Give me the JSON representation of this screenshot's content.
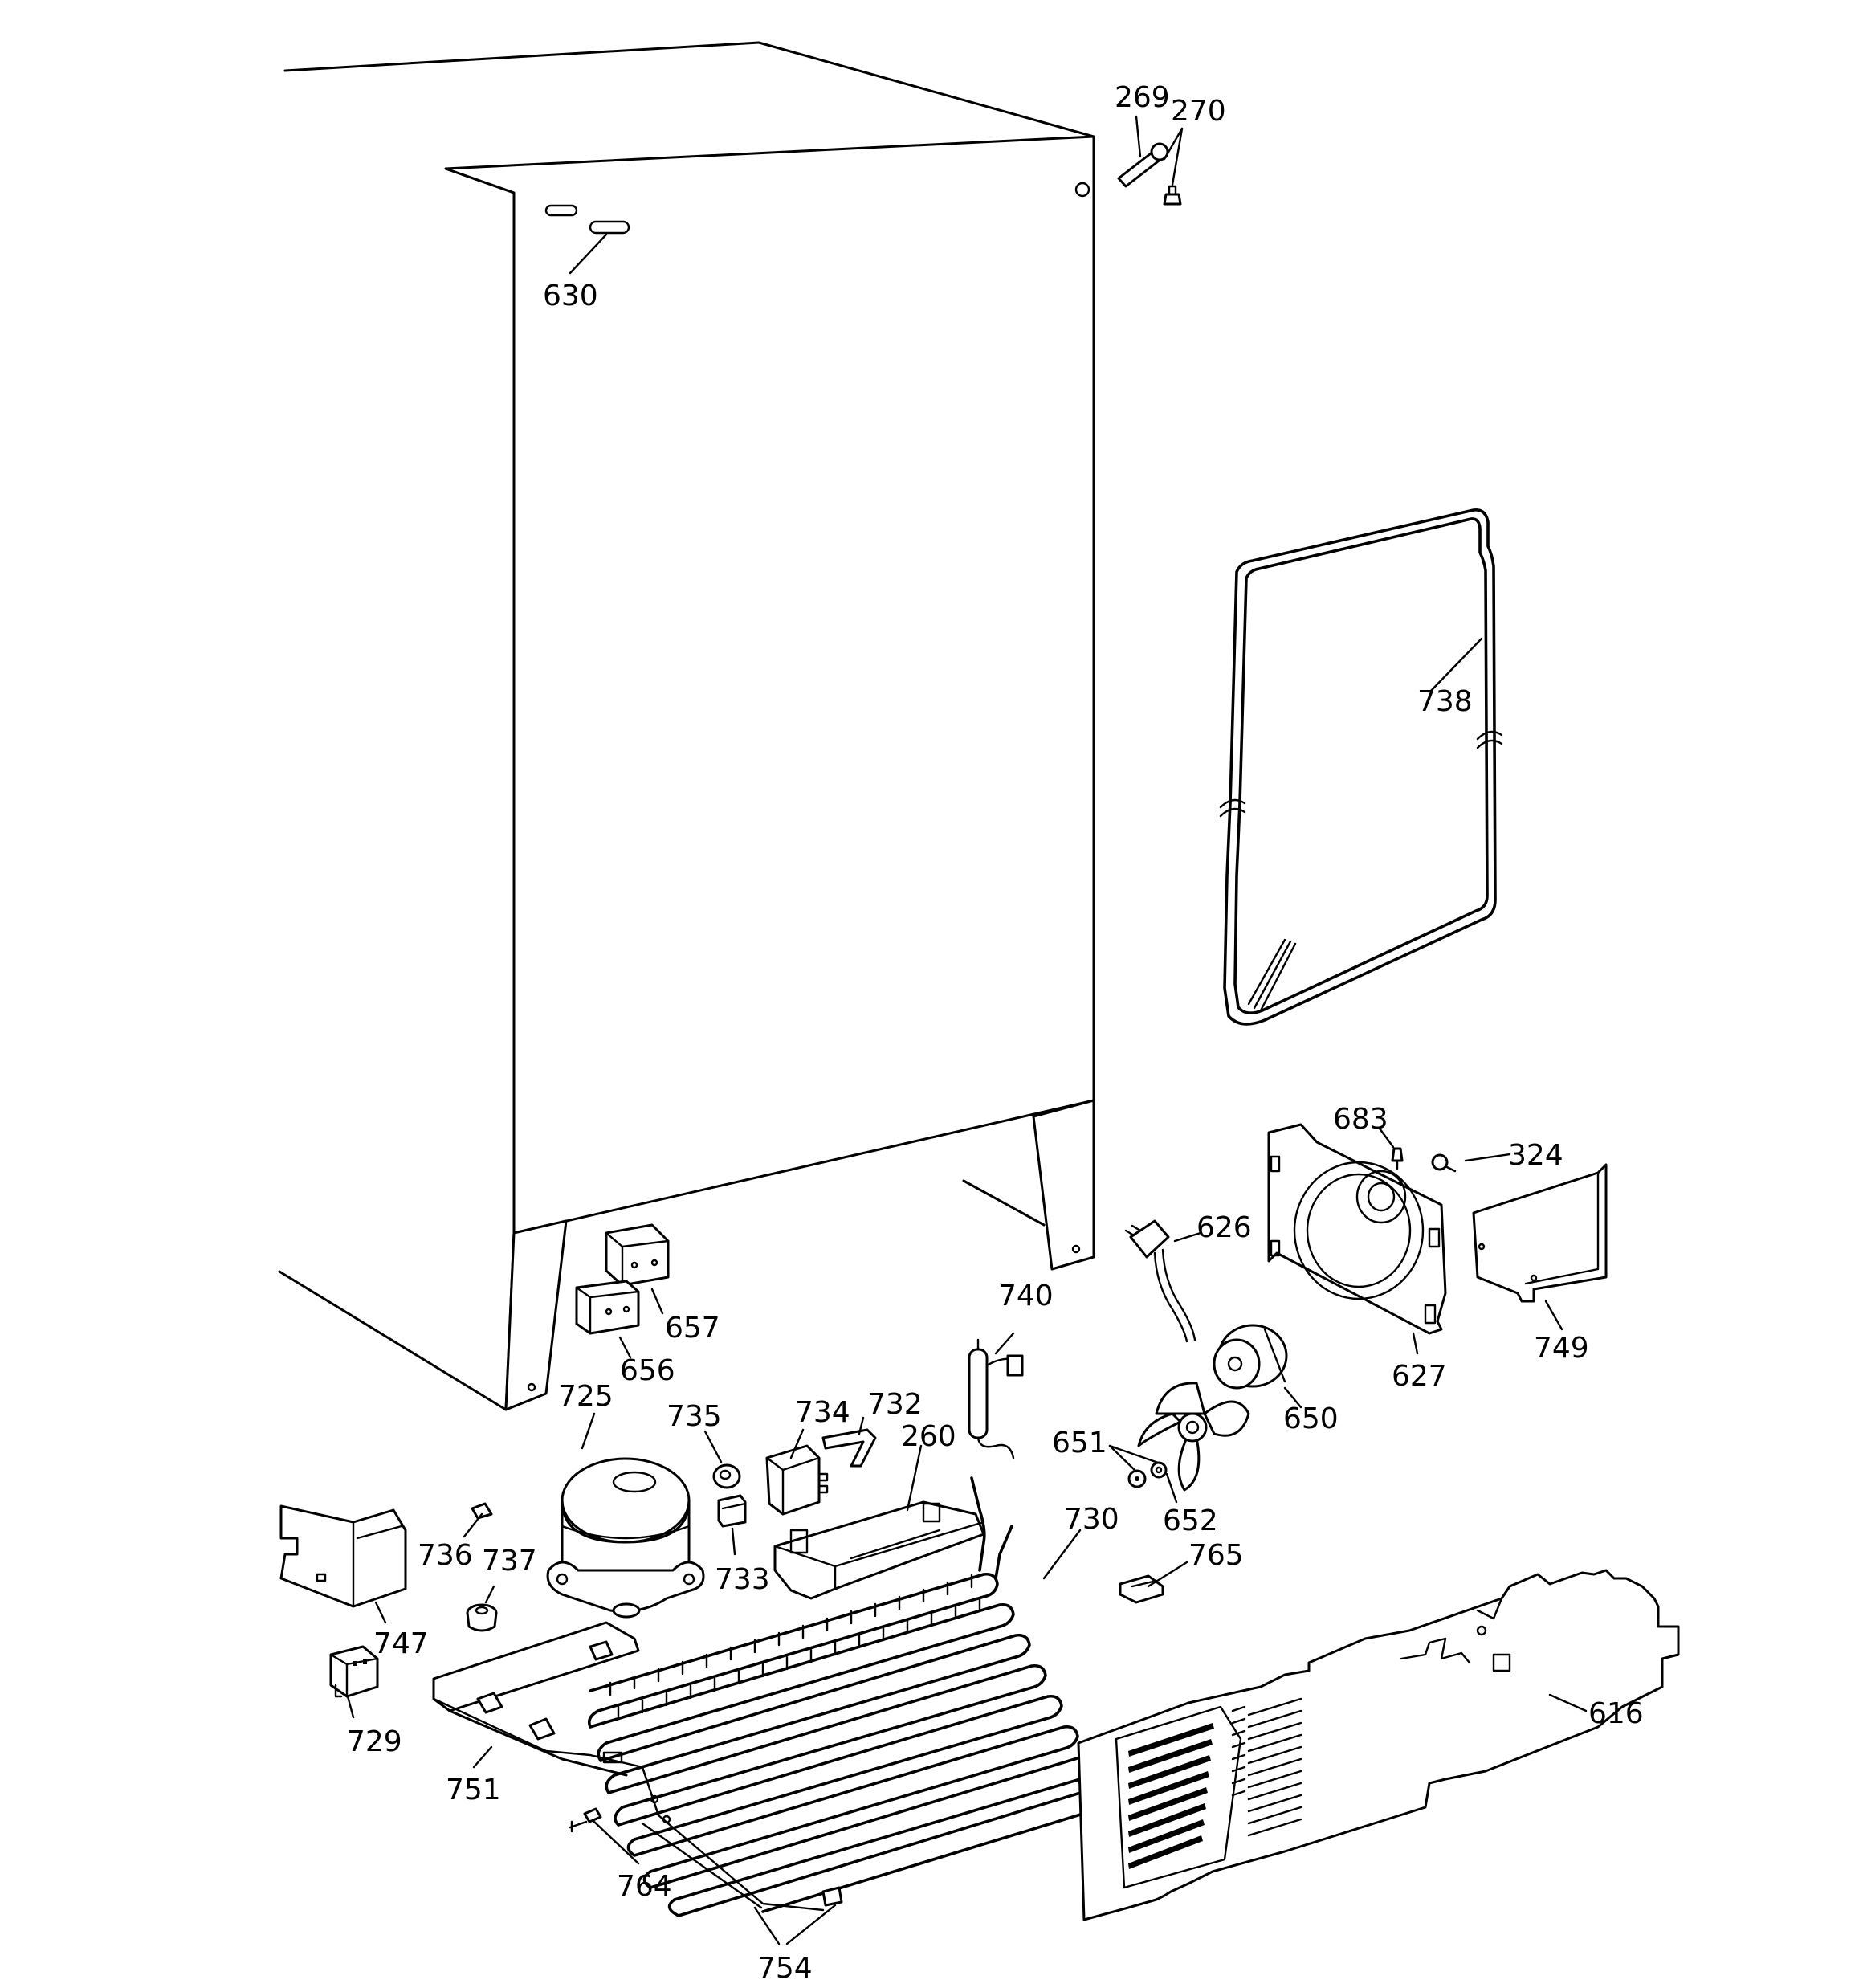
{
  "diagram": {
    "part_labels": [
      {
        "id": "269",
        "text": "269"
      },
      {
        "id": "270",
        "text": "270"
      },
      {
        "id": "630",
        "text": "630"
      },
      {
        "id": "738",
        "text": "738"
      },
      {
        "id": "683",
        "text": "683"
      },
      {
        "id": "324",
        "text": "324"
      },
      {
        "id": "626",
        "text": "626"
      },
      {
        "id": "657",
        "text": "657"
      },
      {
        "id": "740",
        "text": "740"
      },
      {
        "id": "656",
        "text": "656"
      },
      {
        "id": "627",
        "text": "627"
      },
      {
        "id": "749",
        "text": "749"
      },
      {
        "id": "725",
        "text": "725"
      },
      {
        "id": "734",
        "text": "734"
      },
      {
        "id": "732",
        "text": "732"
      },
      {
        "id": "735",
        "text": "735"
      },
      {
        "id": "650",
        "text": "650"
      },
      {
        "id": "651",
        "text": "651"
      },
      {
        "id": "260",
        "text": "260"
      },
      {
        "id": "652",
        "text": "652"
      },
      {
        "id": "730",
        "text": "730"
      },
      {
        "id": "736",
        "text": "736"
      },
      {
        "id": "737",
        "text": "737"
      },
      {
        "id": "765",
        "text": "765"
      },
      {
        "id": "733",
        "text": "733"
      },
      {
        "id": "747",
        "text": "747"
      },
      {
        "id": "616",
        "text": "616"
      },
      {
        "id": "729",
        "text": "729"
      },
      {
        "id": "751",
        "text": "751"
      },
      {
        "id": "764",
        "text": "764"
      },
      {
        "id": "754",
        "text": "754"
      }
    ]
  }
}
